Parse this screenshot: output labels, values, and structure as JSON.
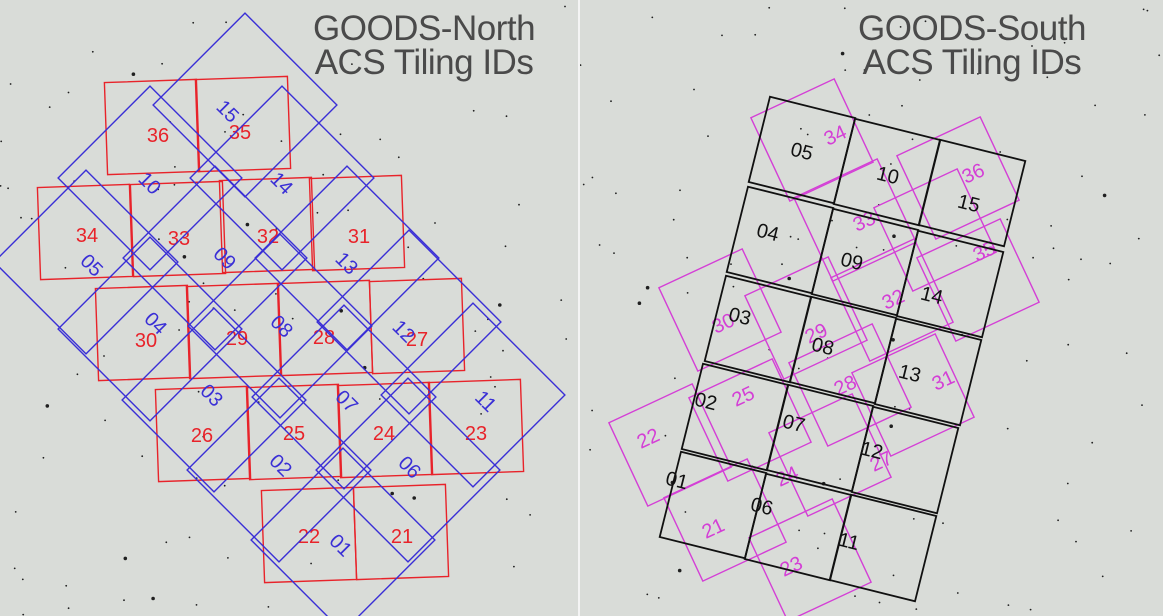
{
  "colors": {
    "north_inner": "#e8232a",
    "north_outer": "#3a2fd6",
    "south_inner": "#111111",
    "south_outer": "#d43fd6",
    "sky": "#d9dcd8"
  },
  "north": {
    "title_line1": "GOODS-North",
    "title_line2": "ACS Tiling IDs",
    "red_labels": [
      "36",
      "35",
      "34",
      "33",
      "32",
      "31",
      "30",
      "29",
      "28",
      "27",
      "26",
      "25",
      "24",
      "23",
      "22",
      "21"
    ],
    "blue_labels": [
      "15",
      "10",
      "14",
      "05",
      "09",
      "13",
      "04",
      "08",
      "12",
      "03",
      "07",
      "11",
      "02",
      "06",
      "01"
    ]
  },
  "south": {
    "title_line1": "GOODS-South",
    "title_line2": "ACS Tiling IDs",
    "black_labels": [
      "05",
      "10",
      "15",
      "04",
      "09",
      "14",
      "03",
      "08",
      "13",
      "02",
      "07",
      "12",
      "01",
      "06",
      "11"
    ],
    "magenta_labels": [
      "34",
      "36",
      "33",
      "35",
      "30",
      "29",
      "32",
      "31",
      "28",
      "27",
      "22",
      "25",
      "24",
      "21",
      "23"
    ]
  }
}
